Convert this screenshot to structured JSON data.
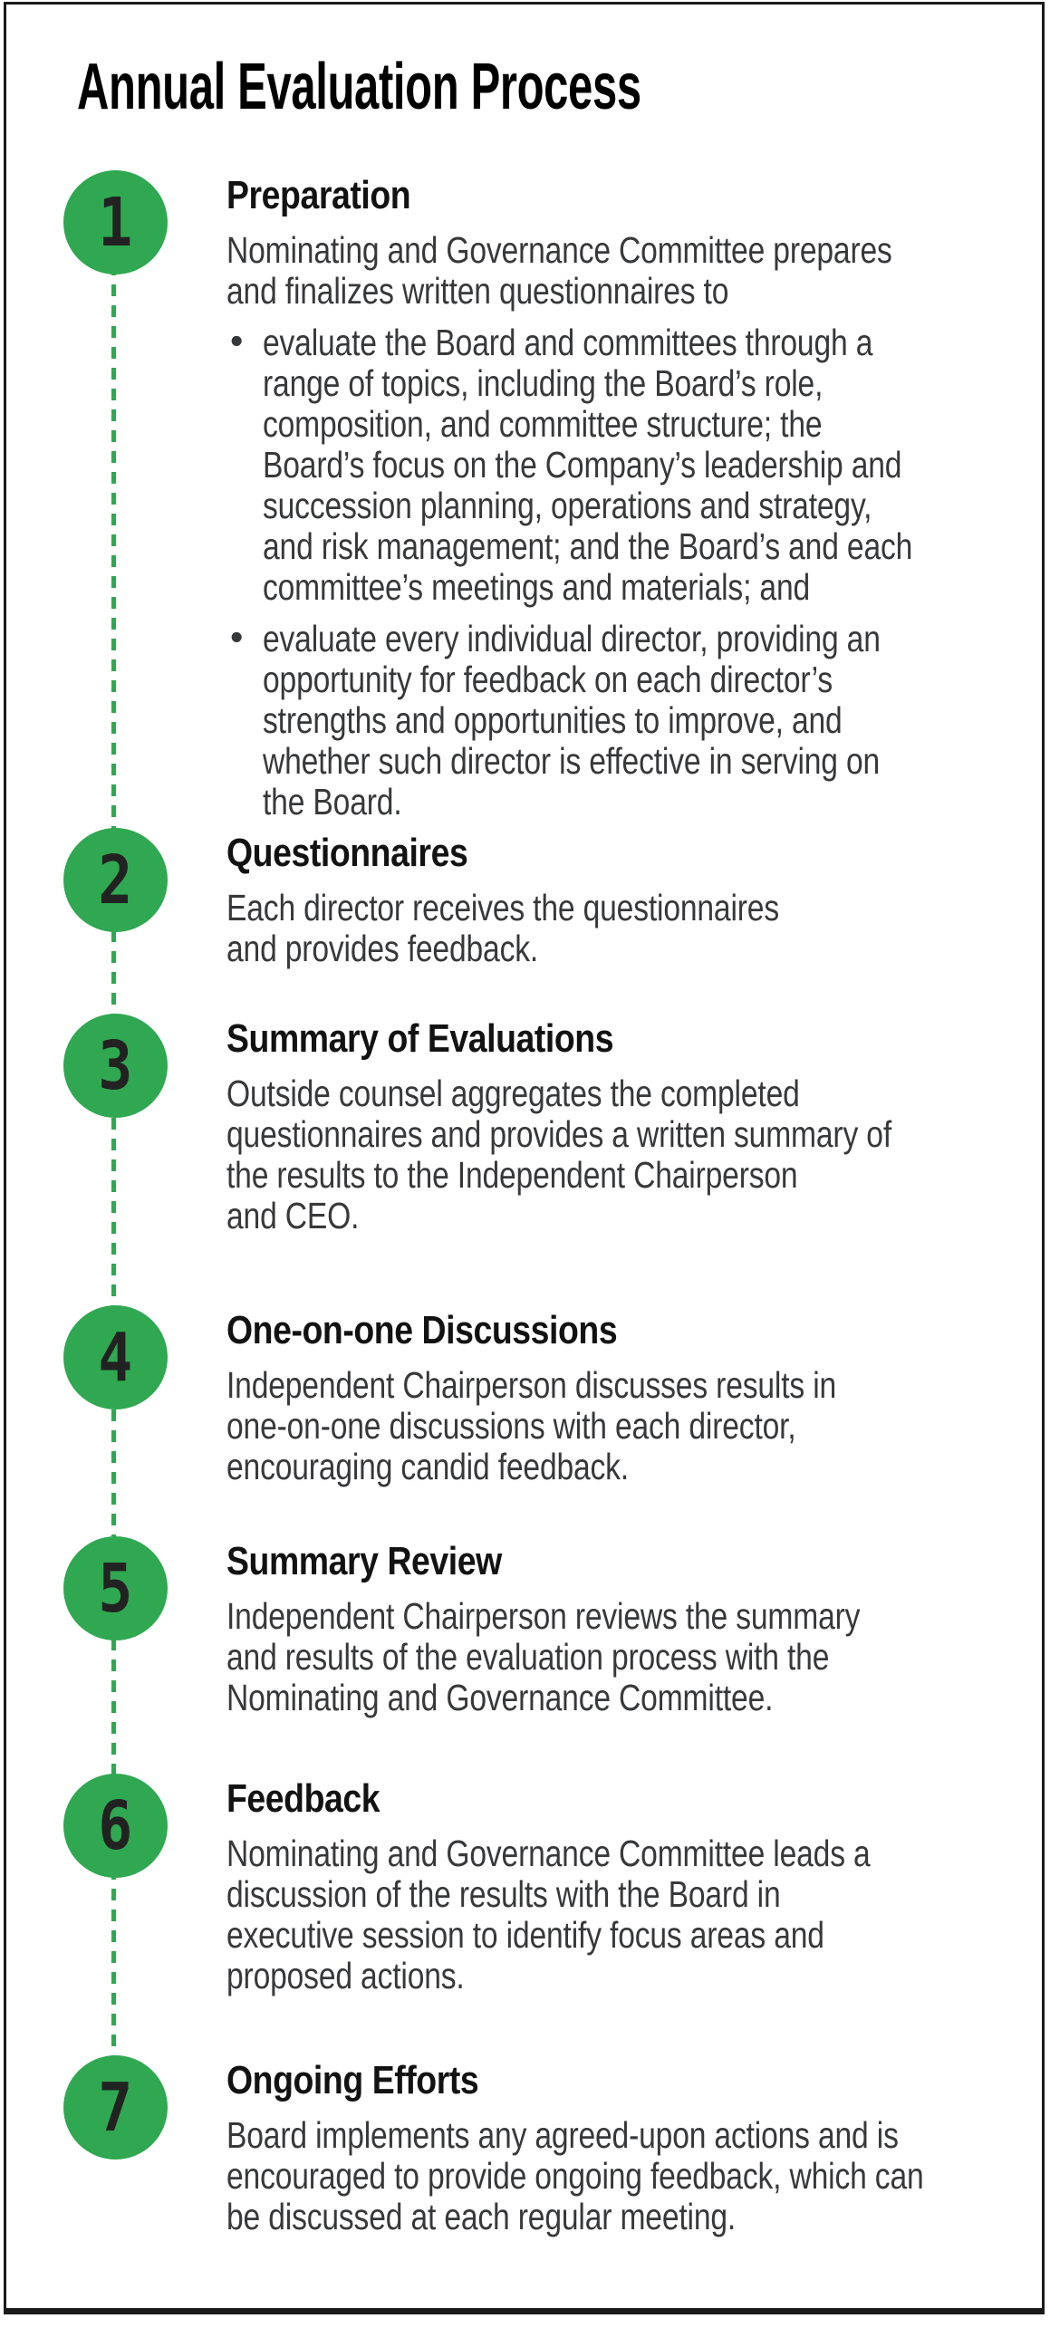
{
  "page": {
    "title": "Annual Evaluation Process"
  },
  "theme": {
    "accent_green": "#2FA851",
    "number_color": "#222222",
    "heading_color": "#121212",
    "body_color": "#37383A",
    "frame_border_color": "#1A1A1A"
  },
  "steps": [
    {
      "number": "1",
      "title": "Preparation",
      "body": [
        "Nominating and Governance Committee prepares",
        "and finalizes written questionnaires to"
      ],
      "bullets": [
        [
          "evaluate the Board and committees through a",
          "range of topics, including the Board’s role,",
          "composition, and committee structure; the",
          "Board’s focus on the Company’s leadership and",
          "succession planning, operations and strategy,",
          "and risk management; and the Board’s and each",
          "committee’s meetings and materials; and"
        ],
        [
          "evaluate every individual director, providing an",
          "opportunity for feedback on each director’s",
          "strengths and opportunities to improve, and",
          "whether such director is effective in serving on",
          "the Board."
        ]
      ]
    },
    {
      "number": "2",
      "title": "Questionnaires",
      "body": [
        "Each director receives the questionnaires",
        "and provides feedback."
      ],
      "bullets": []
    },
    {
      "number": "3",
      "title": "Summary of Evaluations",
      "body": [
        "Outside counsel aggregates the completed",
        "questionnaires and provides a written summary of",
        "the results to the Independent Chairperson",
        "and CEO."
      ],
      "bullets": []
    },
    {
      "number": "4",
      "title": "One-on-one Discussions",
      "body": [
        "Independent Chairperson discusses results in",
        "one-on-one discussions with each director,",
        "encouraging candid feedback."
      ],
      "bullets": []
    },
    {
      "number": "5",
      "title": "Summary Review",
      "body": [
        "Independent Chairperson reviews the summary",
        "and results of the evaluation process with the",
        "Nominating and Governance Committee."
      ],
      "bullets": []
    },
    {
      "number": "6",
      "title": "Feedback",
      "body": [
        "Nominating and Governance Committee leads a",
        "discussion of the results with the Board in",
        "executive session to identify focus areas and",
        "proposed actions."
      ],
      "bullets": []
    },
    {
      "number": "7",
      "title": "Ongoing Efforts",
      "body": [
        "Board implements any agreed-upon actions and is",
        "encouraged to provide ongoing feedback, which can",
        "be discussed at each regular meeting."
      ],
      "bullets": []
    }
  ]
}
